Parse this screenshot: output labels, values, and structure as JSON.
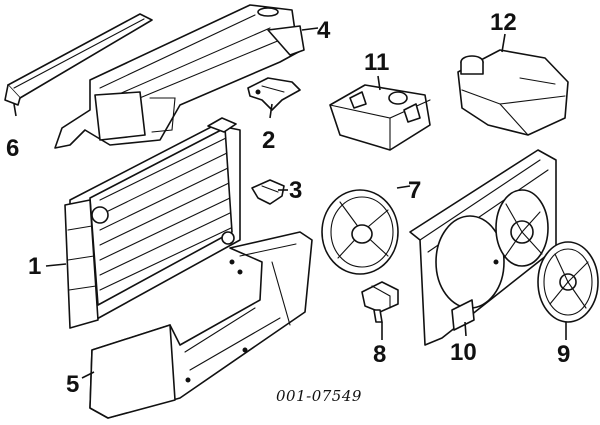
{
  "callouts": {
    "c1": "1",
    "c2": "2",
    "c3": "3",
    "c4": "4",
    "c5": "5",
    "c6": "6",
    "c7": "7",
    "c8": "8",
    "c9": "9",
    "c10": "10",
    "c11": "11",
    "c12": "12"
  },
  "diagram_number": "001-07549",
  "colors": {
    "line": "#111111",
    "background": "#ffffff"
  }
}
